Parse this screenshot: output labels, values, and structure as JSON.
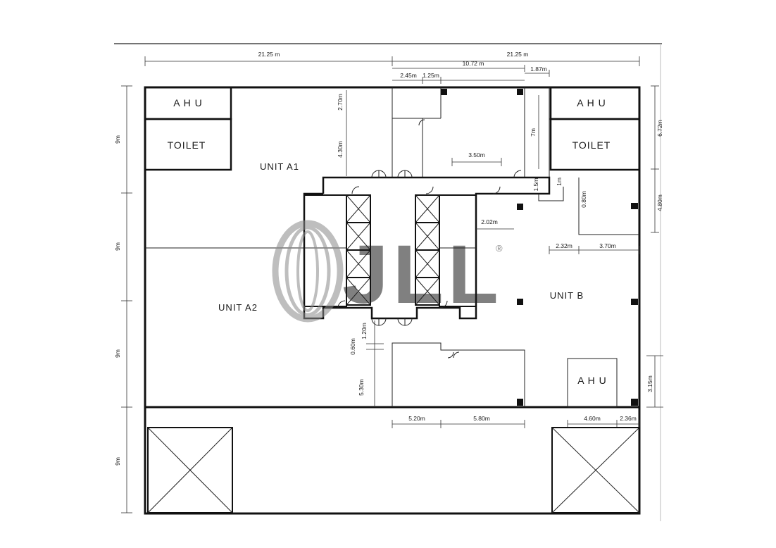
{
  "plan": {
    "dimensions": {
      "top_left_width": "21.25 m",
      "top_right_width": "21.25 m",
      "d_10_72": "10.72 m",
      "d_2_45": "2.45m",
      "d_1_25": "1.25m",
      "d_1_87": "1.87m",
      "d_2_70": "2.70m",
      "d_4_30": "4.30m",
      "d_7": "7m",
      "d_3_50": "3.50m",
      "d_6_72": "6.72m",
      "d_1_5": "1.5m",
      "d_1": "1m",
      "d_0_80": "0.80m",
      "d_4_80": "4.80m",
      "d_2_02": "2.02m",
      "d_2_32": "2.32m",
      "d_3_70": "3.70m",
      "d_1_20": "1.20m",
      "d_0_60": "0.60m",
      "d_5_30": "5.30m",
      "d_3_15": "3.15m",
      "d_5_20": "5.20m",
      "d_5_80": "5.80m",
      "d_4_60": "4.60m",
      "d_2_36": "2.36m",
      "left_9m_1": "9m",
      "left_9m_2": "9m",
      "left_9m_3": "9m",
      "left_9m_4": "9m"
    },
    "rooms": {
      "ahu_top_left": "A H U",
      "toilet_left": "TOILET",
      "ahu_top_right": "A H U",
      "toilet_right": "TOILET",
      "ahu_bottom_right": "A H U"
    },
    "units": {
      "unit_a1": "UNIT A1",
      "unit_a2": "UNIT A2",
      "unit_b": "UNIT B"
    },
    "watermark": {
      "text": "JLL",
      "registered": "®"
    }
  }
}
